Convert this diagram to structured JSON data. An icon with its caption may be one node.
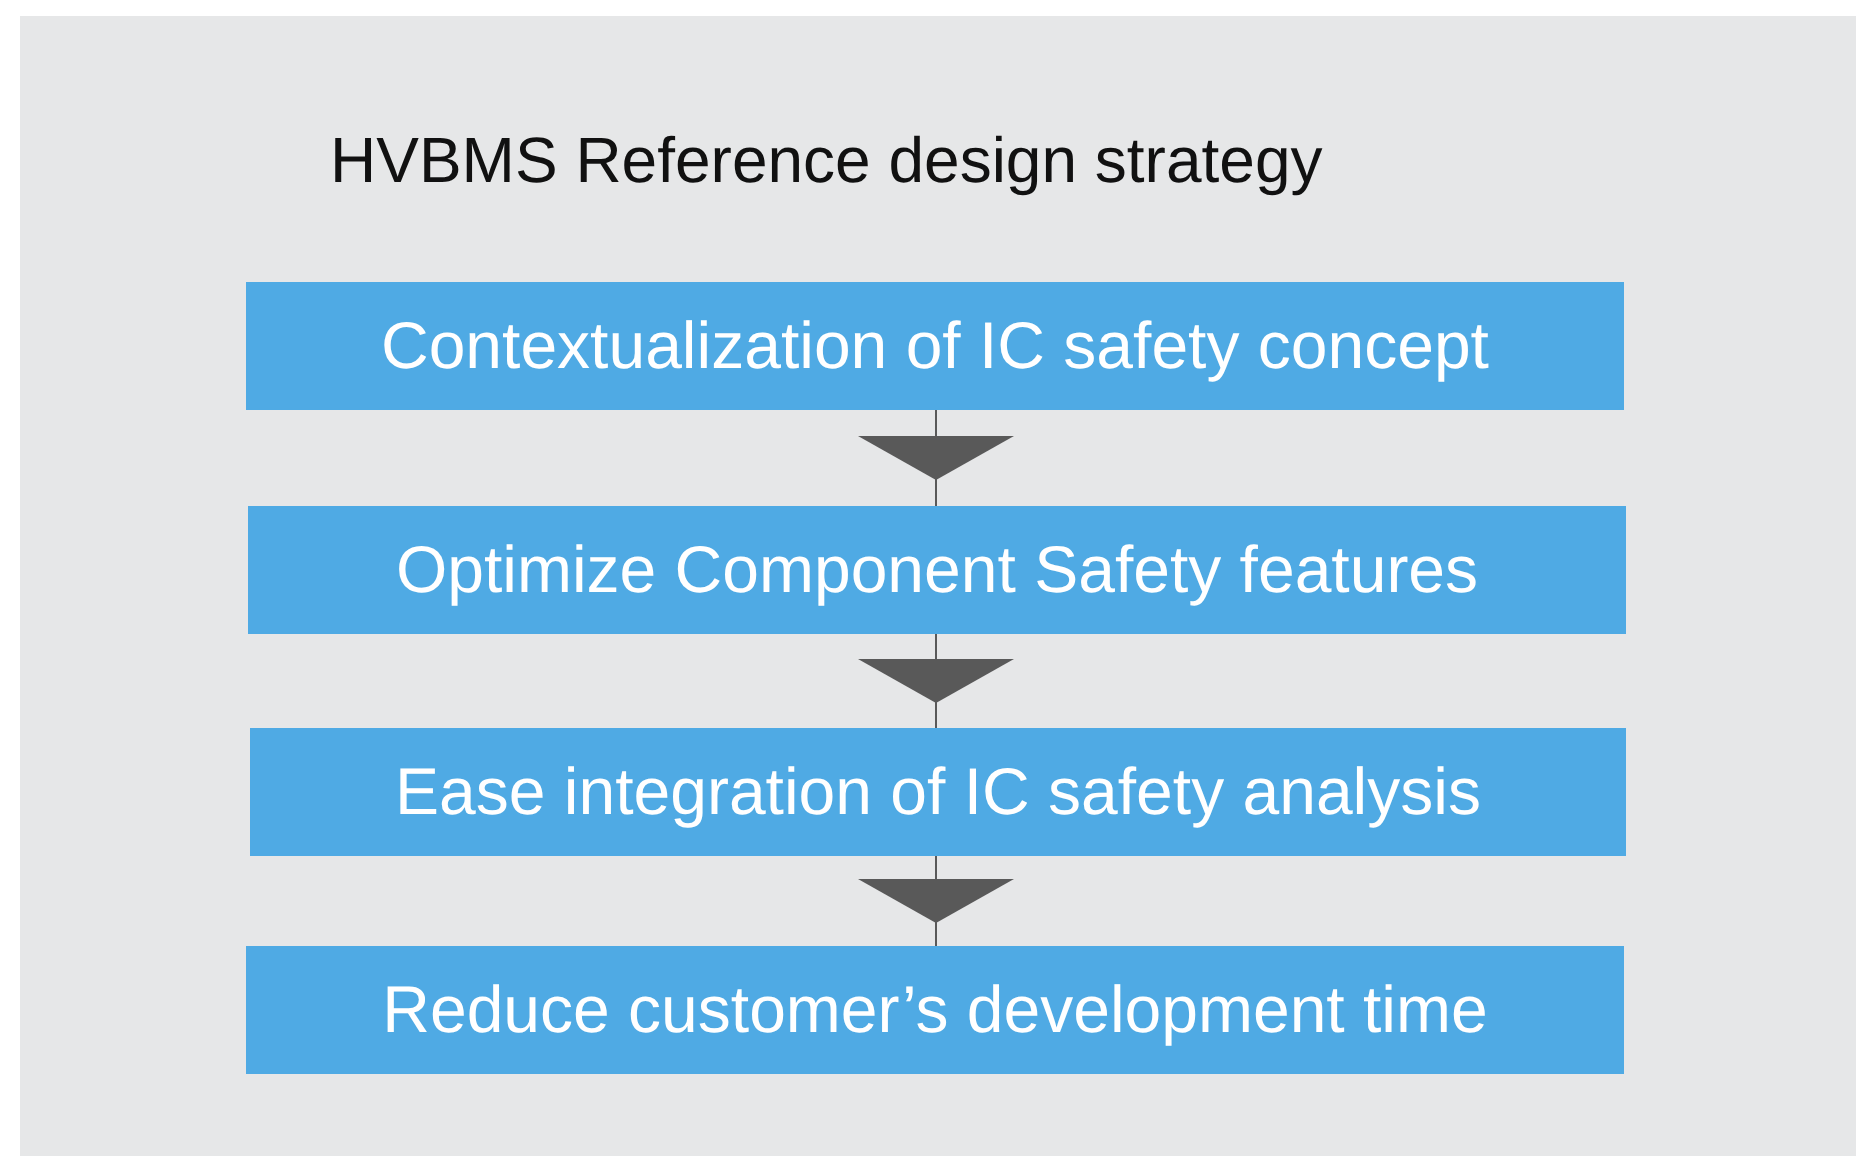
{
  "diagram": {
    "title": "HVBMS Reference design strategy",
    "nodes": [
      {
        "text": [
          "Contextualization of IC safety concept"
        ]
      },
      {
        "text": [
          "Optimize Component Safety features"
        ]
      },
      {
        "text": [
          "Ease integration of IC safety analysis"
        ]
      },
      {
        "text": [
          "Reduce customer’s development time"
        ]
      }
    ],
    "edges": [
      {
        "from": 0,
        "to": 1,
        "arrow": "to"
      },
      {
        "from": 1,
        "to": 2,
        "arrow": "to"
      },
      {
        "from": 2,
        "to": 3,
        "arrow": "to"
      }
    ]
  }
}
